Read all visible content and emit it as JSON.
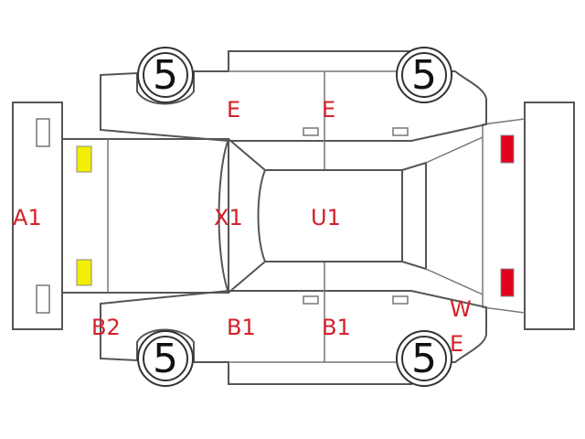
{
  "colors": {
    "outline": "#555555",
    "damage_label": "#d4202a",
    "front_light": "#f2ef00",
    "rear_light": "#e3001b"
  },
  "tires": {
    "front_left": "5",
    "rear_left": "5",
    "front_right": "5",
    "rear_right": "5"
  },
  "labels": {
    "front_bumper": "A1",
    "hood": "X1",
    "roof": "U1",
    "left_front_door": "B1",
    "left_rear_door": "B1",
    "left_front_fender": "B2",
    "right_front_door": "E",
    "right_rear_door": "E",
    "rear_quarter_w": "W",
    "rear_quarter_e": "E"
  }
}
